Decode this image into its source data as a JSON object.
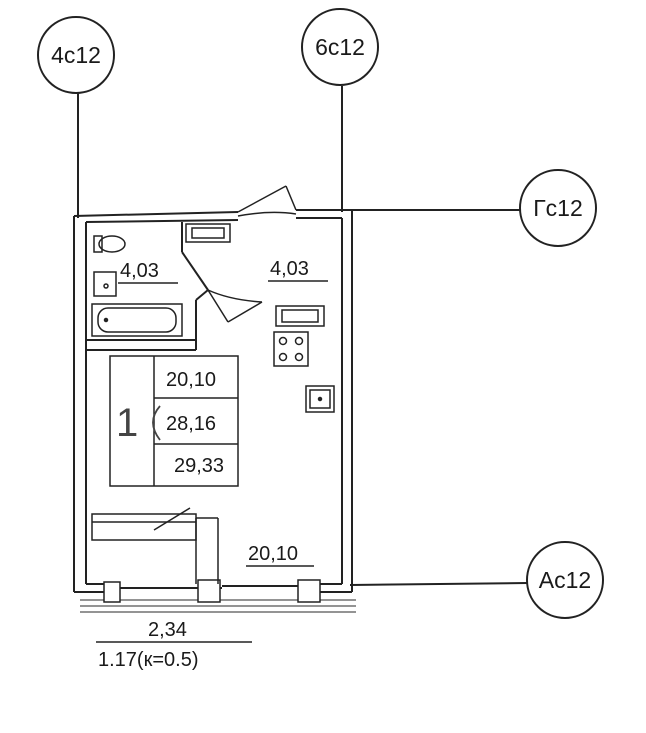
{
  "axes": {
    "axis_4c12": "4с12",
    "axis_6c12": "6с12",
    "axis_gc12": "Гс12",
    "axis_ac12": "Ас12"
  },
  "rooms": {
    "bathroom_area": "4,03",
    "hallway_area": "4,03",
    "main_room_area": "20,10"
  },
  "summary": {
    "rooms_count": "1",
    "living_area": "20,10",
    "total_area": "28,16",
    "total_area_with_balcony": "29,33"
  },
  "balcony": {
    "area": "2,34",
    "reduced_area": "1.17(к=0.5)"
  }
}
